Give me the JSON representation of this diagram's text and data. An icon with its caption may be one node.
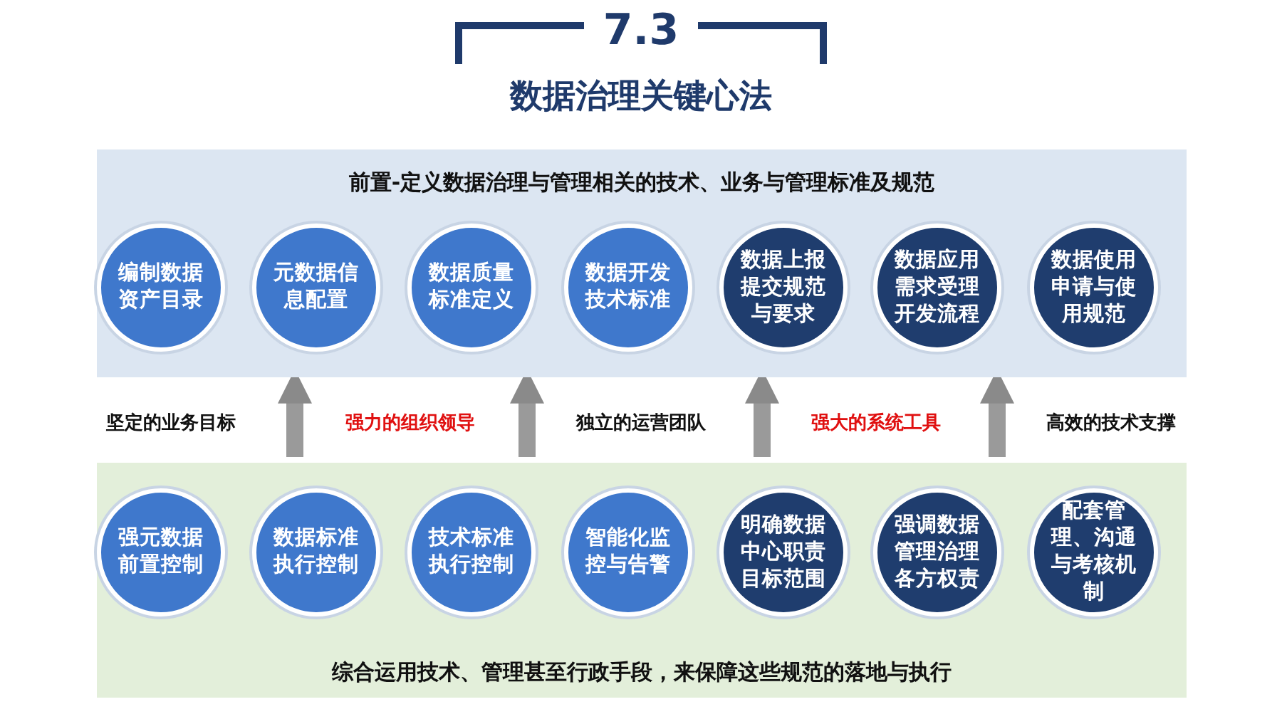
{
  "diagram": {
    "title": "数据治理关键心法",
    "nodes": [
      {
        "text": [
          "前置-定义数据治理与管理相关的技术、业务与管理标准及规范"
        ]
      },
      {
        "text": [
          "编制数据资产目录"
        ],
        "in": 0
      },
      {
        "text": [
          "元数据信息配置"
        ],
        "in": 0
      },
      {
        "text": [
          "数据质量标准定义"
        ],
        "in": 0
      },
      {
        "text": [
          "数据开发技术标准"
        ],
        "in": 0
      },
      {
        "text": [
          "数据上报提交规范与要求"
        ],
        "in": 0
      },
      {
        "text": [
          "数据应用需求受理开发流程"
        ],
        "in": 0
      },
      {
        "text": [
          "数据使用申请与使用规范"
        ],
        "in": 0
      },
      {
        "text": [
          "综合运用技术、管理甚至**行政**手段，来保障这些规范的落地与执行"
        ]
      },
      {
        "text": [
          "强元数据前置控制"
        ],
        "in": 8
      },
      {
        "text": [
          "数据标准执行控制"
        ],
        "in": 8
      },
      {
        "text": [
          "技术标准执行控制"
        ],
        "in": 8
      },
      {
        "text": [
          "智能化监控与告警"
        ],
        "in": 8
      },
      {
        "text": [
          "明确数据中心职责目标范围"
        ],
        "in": 8
      },
      {
        "text": [
          "强调数据管理治理各方权责"
        ],
        "in": 8
      },
      {
        "text": [
          "配套管理、沟通与**考核**机制"
        ],
        "in": 8
      }
    ],
    "edges": [
      {
        "from": 8,
        "to": 0,
        "arrow": "to"
      },
      {
        "from": 8,
        "to": 0,
        "arrow": "to"
      },
      {
        "from": 8,
        "to": 0,
        "arrow": "to"
      },
      {
        "from": 8,
        "to": 0,
        "arrow": "to"
      }
    ],
    "labels": [
      "7.3",
      "坚定的业务目标",
      "强力的组织领导",
      "独立的运营团队",
      "强大的系统工具",
      "高效的技术支撑"
    ]
  }
}
